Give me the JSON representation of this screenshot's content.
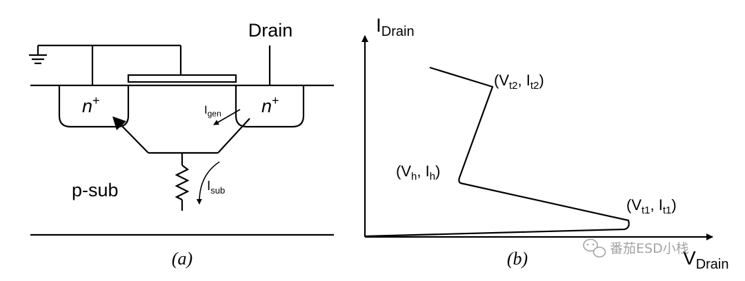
{
  "panel_a": {
    "drain_label": "Drain",
    "n_plus_left": "n",
    "n_plus_right": "n",
    "n_plus_sup": "+",
    "i_gen": "I",
    "i_gen_sub": "gen",
    "i_sub": "I",
    "i_sub_sub": "sub",
    "p_sub_label": "p-sub",
    "caption": "(a)"
  },
  "panel_b": {
    "y_axis_label": "I",
    "y_axis_sub": "Drain",
    "x_axis_label": "V",
    "x_axis_sub": "Drain",
    "pt_t2": {
      "open": "(V",
      "v_sub": "t2",
      "mid": ", I",
      "i_sub": "t2",
      "close": ")"
    },
    "pt_h": {
      "open": "(V",
      "v_sub": "h",
      "mid": ", I",
      "i_sub": "h",
      "close": ")"
    },
    "pt_t1": {
      "open": "(V",
      "v_sub": "t1",
      "mid": ", I",
      "i_sub": "t1",
      "close": ")"
    },
    "caption": "(b)"
  },
  "watermark": {
    "text": "番茄ESD小栈"
  }
}
